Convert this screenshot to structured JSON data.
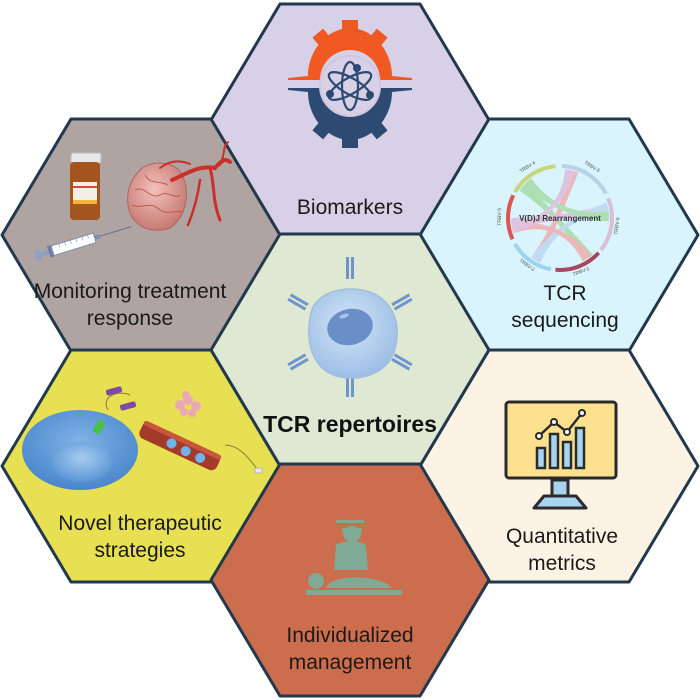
{
  "diagram": {
    "title": "TCR repertoires",
    "hexagons": [
      {
        "id": "top",
        "label_lines": [
          "Biomarkers"
        ],
        "fill": "#d8d0e6",
        "icon": "gear-atom-icon"
      },
      {
        "id": "upper-left",
        "label_lines": [
          "Monitoring treatment",
          "response"
        ],
        "fill": "#b0a4a2",
        "icon": "drug-tumor-syringe-icon"
      },
      {
        "id": "upper-right",
        "label_lines": [
          "TCR",
          "sequencing"
        ],
        "fill": "#d9f4fc",
        "icon": "chord-diagram-icon"
      },
      {
        "id": "center",
        "label_lines": [
          "TCR repertoires"
        ],
        "fill": "#dfe8d2",
        "icon": "t-cell-icon",
        "bold": true
      },
      {
        "id": "lower-left",
        "label_lines": [
          "Novel therapeutic",
          "strategies"
        ],
        "fill": "#e6e052",
        "icon": "cell-vessel-therapy-icon"
      },
      {
        "id": "lower-right",
        "label_lines": [
          "Quantitative",
          "metrics"
        ],
        "fill": "#fdf3e4",
        "icon": "monitor-chart-icon"
      },
      {
        "id": "bottom",
        "label_lines": [
          "Individualized",
          "management"
        ],
        "fill": "#cc6e4d",
        "icon": "doctor-patient-icon"
      }
    ],
    "border_color": "#22384d",
    "chord_diagram": {
      "title": "V(D)J Rearrangement",
      "segments": [
        {
          "label": "TRBV-4",
          "color": "#c7d67a"
        },
        {
          "label": "TRBV-5",
          "color": "#b9d0e6"
        },
        {
          "label": "TRBV-6",
          "color": "#d8bfd8"
        },
        {
          "label": "TRBV-1",
          "color": "#a8485e"
        },
        {
          "label": "TRBV-2",
          "color": "#9fd2ec"
        },
        {
          "label": "TRBV-3",
          "color": "#d9574f"
        }
      ]
    },
    "icon_colors": {
      "gear_top": "#f05a22",
      "gear_bottom": "#2c4a72",
      "atom": "#2c4a72",
      "cell_body": "#b7d2ee",
      "cell_nucleus": "#6a8fc8",
      "receptor": "#6f95cc",
      "monitor_screen": "#fde18e",
      "monitor_bars": "#a8d4ef",
      "monitor_outline": "#2b2b2b",
      "doctor_figure": "#7faa96"
    }
  }
}
